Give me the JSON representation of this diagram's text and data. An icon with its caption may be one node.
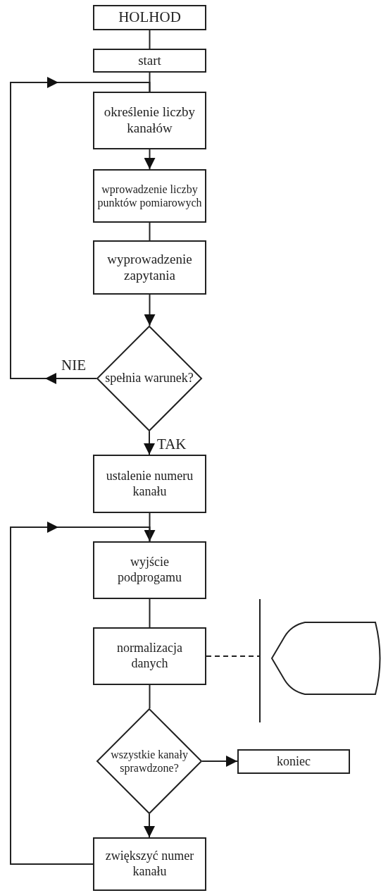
{
  "diagram": {
    "nodes": [
      {
        "text": [
          "HOLHOD"
        ]
      },
      {
        "text": [
          "start"
        ]
      },
      {
        "text": [
          "określenie liczby kanałów"
        ]
      },
      {
        "text": [
          "wprowadzenie liczby punktów pomiarowych"
        ]
      },
      {
        "text": [
          "wyprowadzenie zapytania"
        ]
      },
      {
        "text": [
          "spełnia warunek?"
        ]
      },
      {
        "text": [
          "ustalenie numeru kanału"
        ]
      },
      {
        "text": [
          "wyjście podprogamu"
        ]
      },
      {
        "text": [
          "normalizacja danych"
        ]
      },
      {
        "text": [],
        "shape": "bar"
      },
      {
        "text": [],
        "shape": "display"
      },
      {
        "text": [
          "wszystkie kanały sprawdzone?"
        ]
      },
      {
        "text": [
          "koniec"
        ]
      },
      {
        "text": [
          "zwiększyć numer kanału"
        ]
      }
    ],
    "edges": [
      {
        "from": 0,
        "to": 1,
        "arrow": "none"
      },
      {
        "from": 1,
        "to": 2,
        "arrow": "none"
      },
      {
        "from": 2,
        "to": 3,
        "arrow": "to"
      },
      {
        "from": 3,
        "to": 4,
        "arrow": "none"
      },
      {
        "from": 4,
        "to": 5,
        "arrow": "to"
      },
      {
        "from": 5,
        "to": 2,
        "arrow": "to",
        "label": "NIE"
      },
      {
        "from": 5,
        "to": 6,
        "arrow": "to",
        "label": "TAK"
      },
      {
        "from": 6,
        "to": 7,
        "arrow": "to"
      },
      {
        "from": 13,
        "to": 7,
        "arrow": "to"
      },
      {
        "from": 7,
        "to": 8,
        "arrow": "none"
      },
      {
        "from": 8,
        "to": 11,
        "arrow": "none"
      },
      {
        "from": 8,
        "to": 9,
        "arrow": "none",
        "style": "dashed"
      },
      {
        "from": 11,
        "to": 12,
        "arrow": "to"
      },
      {
        "from": 11,
        "to": 13,
        "arrow": "to"
      }
    ]
  }
}
